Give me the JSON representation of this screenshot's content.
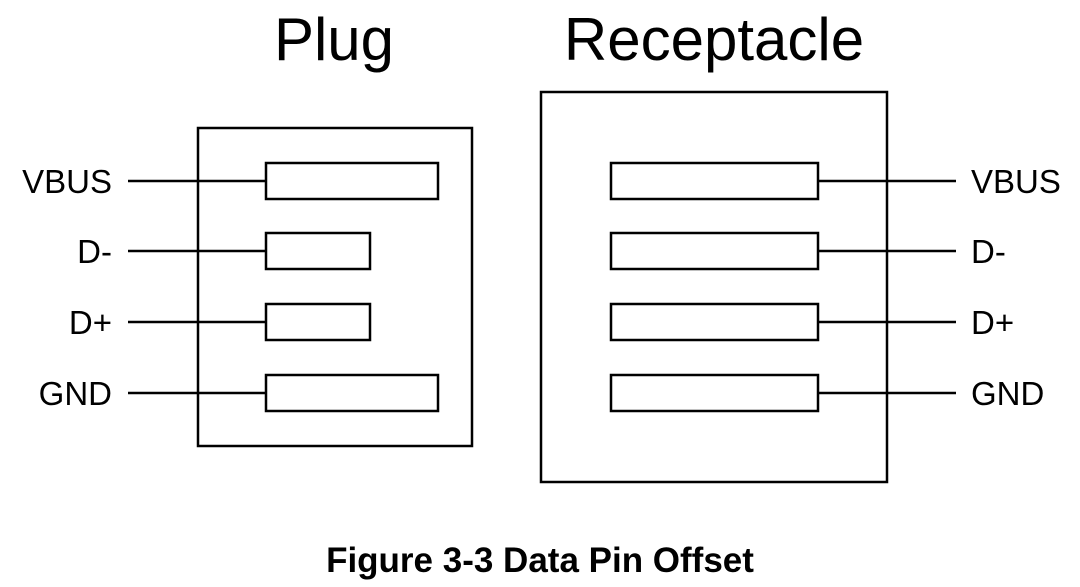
{
  "plug": {
    "title": "Plug",
    "pins": [
      {
        "label": "VBUS",
        "kind": "long"
      },
      {
        "label": "D-",
        "kind": "short"
      },
      {
        "label": "D+",
        "kind": "short"
      },
      {
        "label": "GND",
        "kind": "long"
      }
    ]
  },
  "receptacle": {
    "title": "Receptacle",
    "pins": [
      {
        "label": "VBUS"
      },
      {
        "label": "D-"
      },
      {
        "label": "D+"
      },
      {
        "label": "GND"
      }
    ]
  },
  "caption": "Figure 3-3  Data Pin Offset"
}
